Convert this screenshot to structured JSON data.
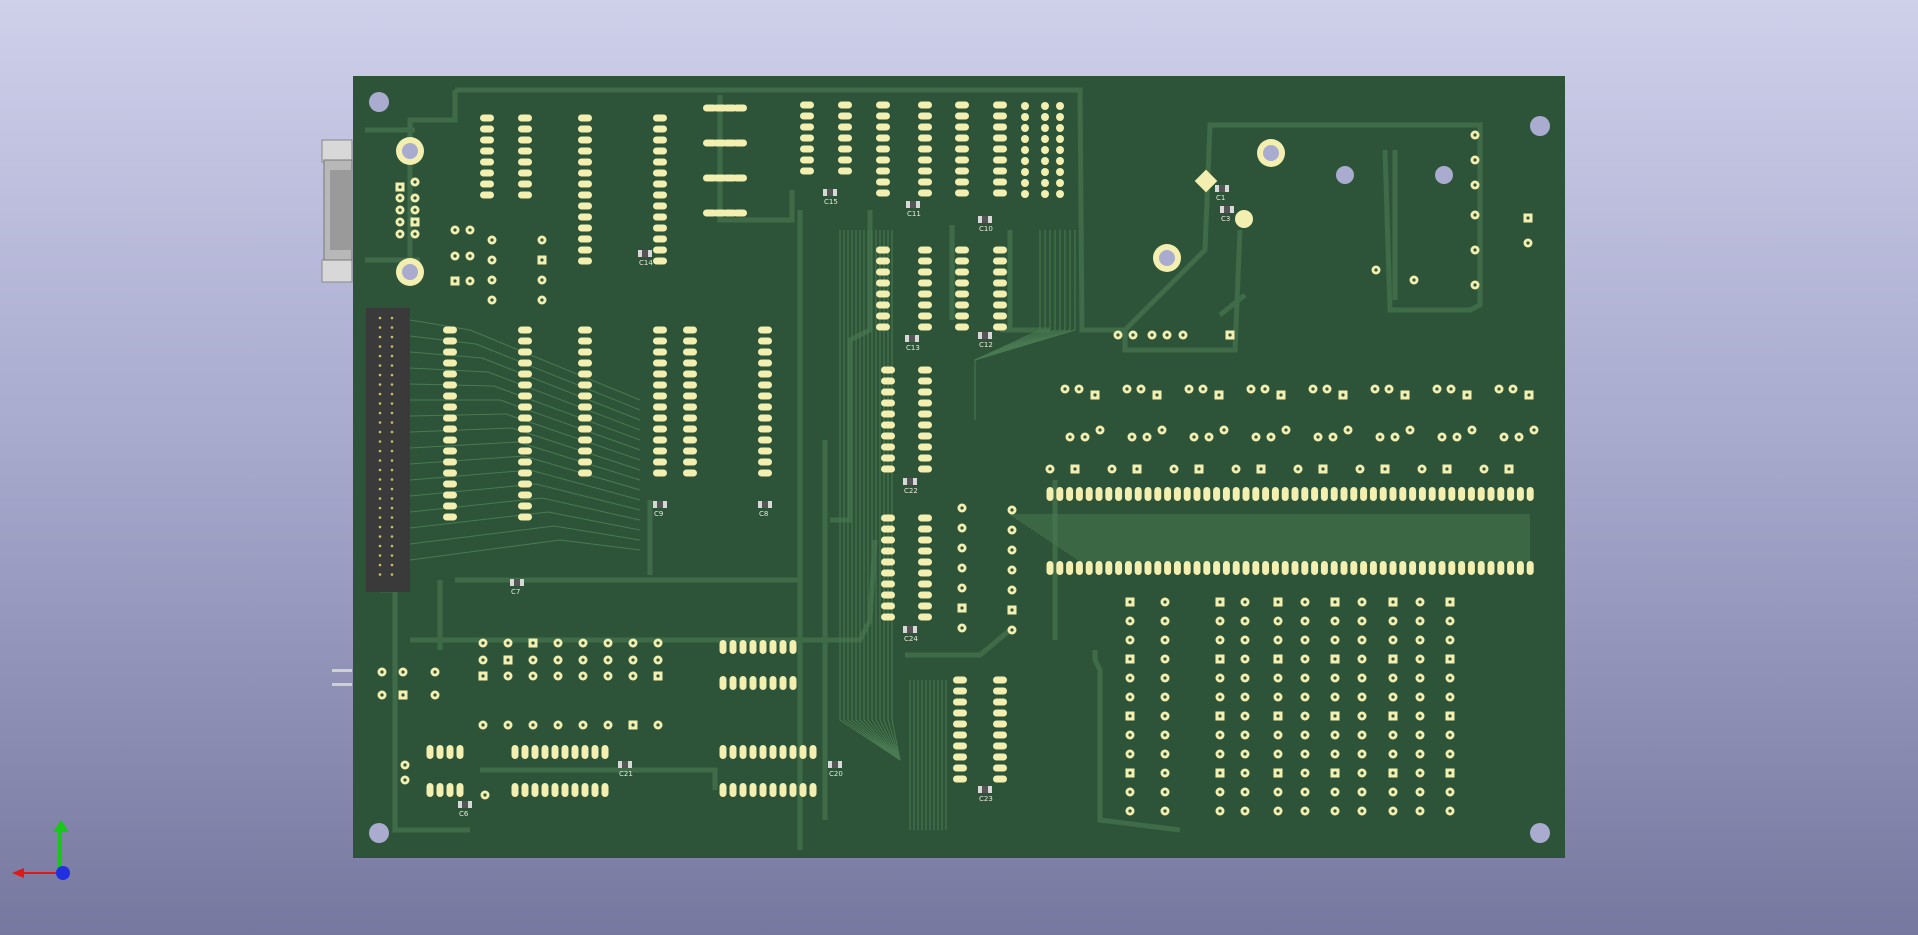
{
  "viewer": {
    "background_top": "#cfd0ea",
    "background_bottom": "#76789f",
    "board_color": "#2d5438",
    "trace_color": "#3f6b48",
    "pad_color": "#f3efb0",
    "hole_color": "#a9abcf"
  },
  "board": {
    "capacitor_labels": [
      "C15",
      "C11",
      "C10",
      "C14",
      "C13",
      "C12",
      "C9",
      "C8",
      "C7",
      "C22",
      "C24",
      "C21",
      "C20",
      "C23",
      "C6",
      "C1",
      "C3"
    ]
  },
  "axes": {
    "x_color": "#e01818",
    "y_color": "#18c818",
    "z_color": "#2030e0"
  }
}
